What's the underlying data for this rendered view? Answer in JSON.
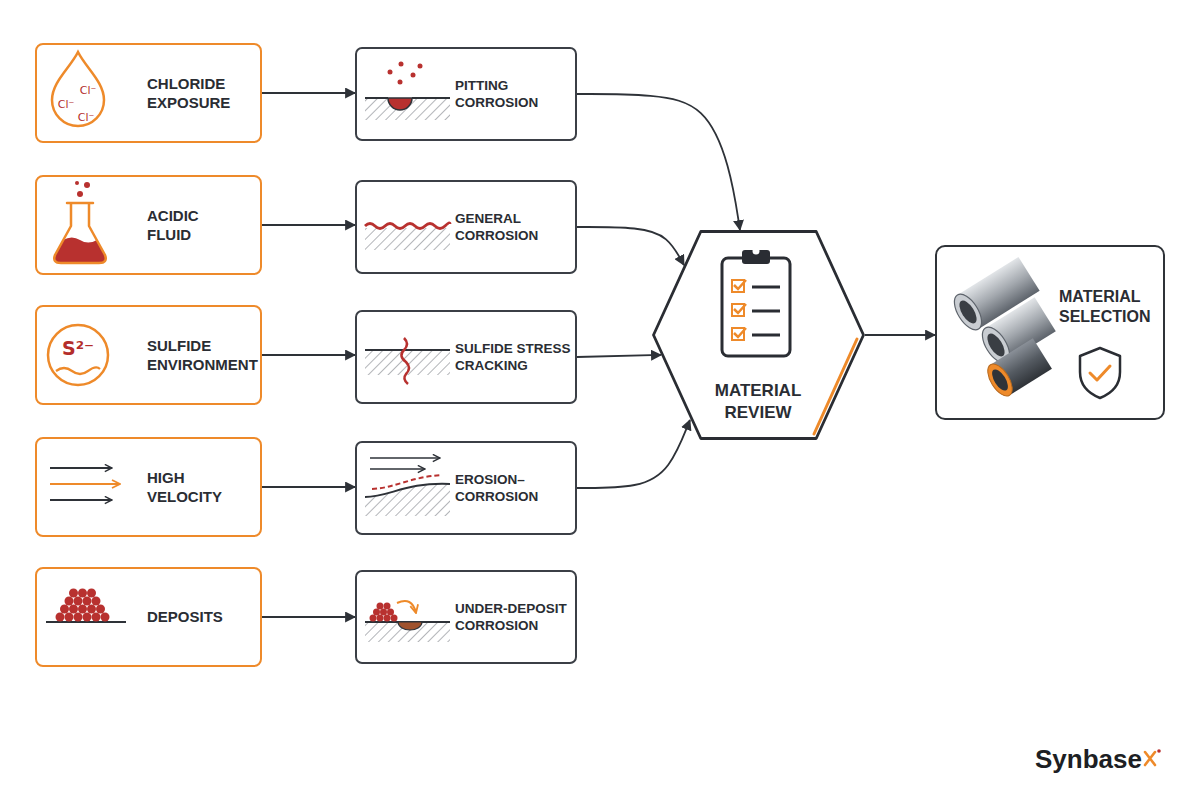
{
  "diagram": {
    "nodes": [
      {
        "text": [
          "CHLORIDE EXPOSURE"
        ]
      },
      {
        "text": [
          "PITTING CORROSION"
        ]
      },
      {
        "text": [
          "ACIDIC FLUID"
        ]
      },
      {
        "text": [
          "GENERAL CORROSION"
        ]
      },
      {
        "text": [
          "SULFIDE ENVIRONMENT"
        ]
      },
      {
        "text": [
          "SULFIDE STRESS CRACKING"
        ]
      },
      {
        "text": [
          "HIGH VELOCITY"
        ]
      },
      {
        "text": [
          "EROSION–CORROSION"
        ]
      },
      {
        "text": [
          "DEPOSITS"
        ]
      },
      {
        "text": [
          "UNDER-DEPOSIT CORROSION"
        ]
      },
      {
        "text": [
          "MATERIAL REVIEW"
        ]
      },
      {
        "text": [
          "MATERIAL SELECTION"
        ]
      }
    ],
    "edges": [
      {
        "from": 0,
        "to": 1,
        "arrow": "to"
      },
      {
        "from": 2,
        "to": 3,
        "arrow": "to"
      },
      {
        "from": 4,
        "to": 5,
        "arrow": "to"
      },
      {
        "from": 6,
        "to": 7,
        "arrow": "to"
      },
      {
        "from": 8,
        "to": 9,
        "arrow": "to"
      },
      {
        "from": 1,
        "to": 10,
        "arrow": "to"
      },
      {
        "from": 3,
        "to": 10,
        "arrow": "to"
      },
      {
        "from": 5,
        "to": 10,
        "arrow": "to"
      },
      {
        "from": 7,
        "to": 10,
        "arrow": "to"
      },
      {
        "from": 10,
        "to": 11,
        "arrow": "to"
      }
    ],
    "labels": [
      "Cl⁻",
      "Cl⁻",
      "Cl⁻",
      "S²⁻",
      "Synbase"
    ]
  }
}
